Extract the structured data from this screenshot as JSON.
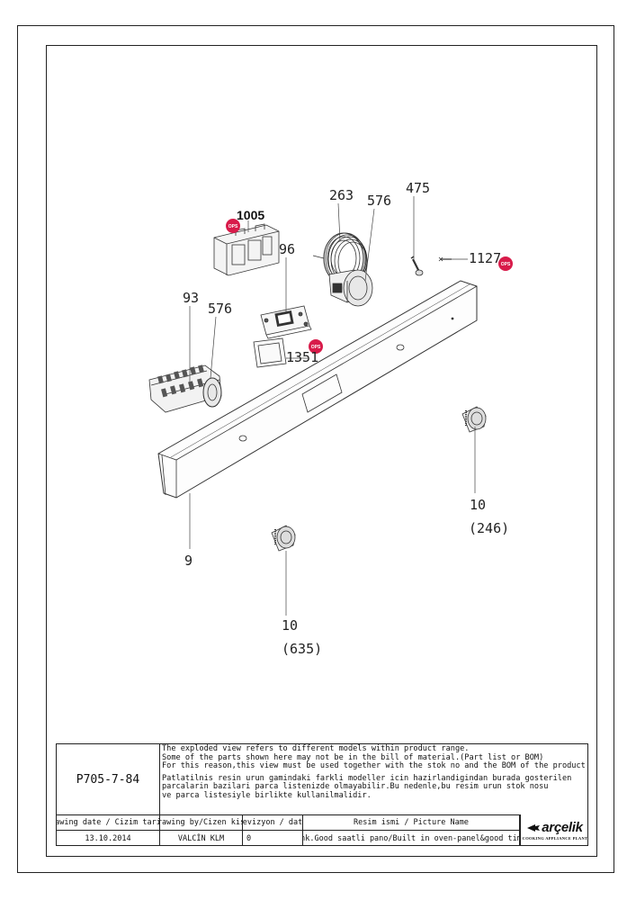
{
  "callouts": {
    "part_1005": "1005",
    "part_263": "263",
    "part_576_top": "576",
    "part_475": "475",
    "part_96": "96",
    "part_1127": "1127",
    "part_93": "93",
    "part_576_left": "576",
    "part_1351": "1351",
    "part_10_right": "10",
    "part_10_right_sub": "(246)",
    "part_9": "9",
    "part_10_bottom": "10",
    "part_10_bottom_sub": "(635)"
  },
  "badges": {
    "label": "OPS",
    "color": "#d81b4a"
  },
  "title_block": {
    "drawing_code": "P705-7-84",
    "note_en": [
      "The exploded view refers to different models within product range.",
      "Some of the parts shown here may not be in the bill of material.(Part list or BOM)",
      "For this reason,this view must be used together with the stok no and the BOM of the product"
    ],
    "note_tr": [
      "Patlatilnis resin urun gamindaki farkli modeller icin hazirlandigindan burada gosterilen",
      "parcalarin bazilari parca listenizde olmayabilir.Bu nedenle,bu resim urun stok nosu",
      "ve parca listesiyle birlikte kullanilmalidir."
    ],
    "headers": {
      "drawing_date": "Drawing date / Cizim tarihi",
      "drawing_by": "Drawing by/Cizen kisi",
      "revision": "Revizyon / date",
      "picture_name": "Resim ismi / Picture Name"
    },
    "values": {
      "drawing_date": "13.10.2014",
      "drawing_by": "VALCİN KLM",
      "revision": "0",
      "picture_name": "Bar.Ank.Good saatli pano/Built in oven-panel&good timer gr"
    },
    "logo": {
      "brand": "arçelik",
      "plant": "COOKING APPLIANCE PLANT"
    }
  }
}
